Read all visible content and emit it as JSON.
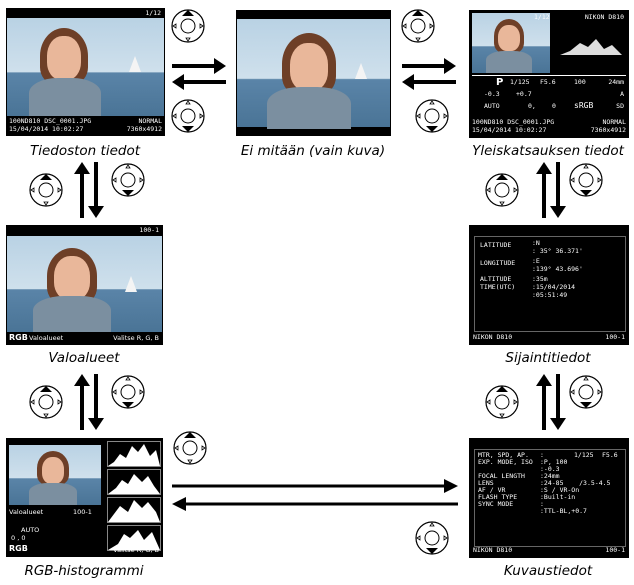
{
  "panels": {
    "file_info": {
      "caption": "Tiedoston tiedot",
      "frame_counter": "1/12",
      "file_line1": "100ND810 DSC_0001.JPG",
      "date_time": "15/04/2014 10:02:27",
      "quality": "NORMAL",
      "size": "7360x4912"
    },
    "none": {
      "caption": "Ei mitään (vain kuva)"
    },
    "overview": {
      "caption": "Yleiskatsauksen tiedot",
      "frame_counter": "1/12",
      "camera": "NIKON D810",
      "row1": [
        "P",
        "1/125",
        "F5.6",
        "100",
        "24mm"
      ],
      "row2": [
        "-0.3",
        "+0.7",
        "A"
      ],
      "row3": [
        "AUTO",
        "0,",
        "0",
        "sRGB",
        "SD"
      ],
      "file_line1": "100ND810 DSC_0001.JPG",
      "quality": "NORMAL",
      "date_time": "15/04/2014 10:02:27",
      "size": "7360x4912"
    },
    "highlights": {
      "caption": "Valoalueet",
      "frame_id": "100-1",
      "rgb": "RGB",
      "label": "Valoalueet",
      "hint": "Valitse R, G, B"
    },
    "location": {
      "caption": "Sijaintitiedot",
      "labels": [
        "LATITUDE",
        "LONGITUDE",
        "ALTITUDE",
        "TIME(UTC)"
      ],
      "values": [
        ":N",
        ": 35° 36.371'",
        ":E",
        ":139° 43.696'",
        ":35m",
        ":15/04/2014",
        ":05:51:49"
      ],
      "camera": "NIKON D810",
      "frame_id": "100-1"
    },
    "rgb_histogram": {
      "caption": "RGB-histogrammi",
      "label": "Valoalueet",
      "frame_id": "100-1",
      "wb": "AUTO",
      "wb_values": "0 , 0",
      "rgb": "RGB",
      "hint": "Valitse R, G, B"
    },
    "shooting": {
      "caption": "Kuvaustiedot",
      "labels": [
        "MTR, SPD, AP.",
        "EXP. MODE, ISO",
        "",
        "FOCAL LENGTH",
        "LENS",
        "",
        "AF / VR",
        "FLASH TYPE",
        "SYNC MODE"
      ],
      "values": [
        ":",
        ":P, 100",
        ":-0.3",
        ":24mm",
        ":24-85    /3.5-4.5",
        "",
        ":S / VR-On",
        ":Built-in",
        ":"
      ],
      "flash_value": ":TTL-BL,+0.7",
      "shutter": "1/125",
      "aperture": "F5.6",
      "camera": "NIKON D810",
      "frame_id": "100-1"
    }
  },
  "colors": {
    "screen_bg": "#000000",
    "text_on_screen": "#ffffff"
  }
}
